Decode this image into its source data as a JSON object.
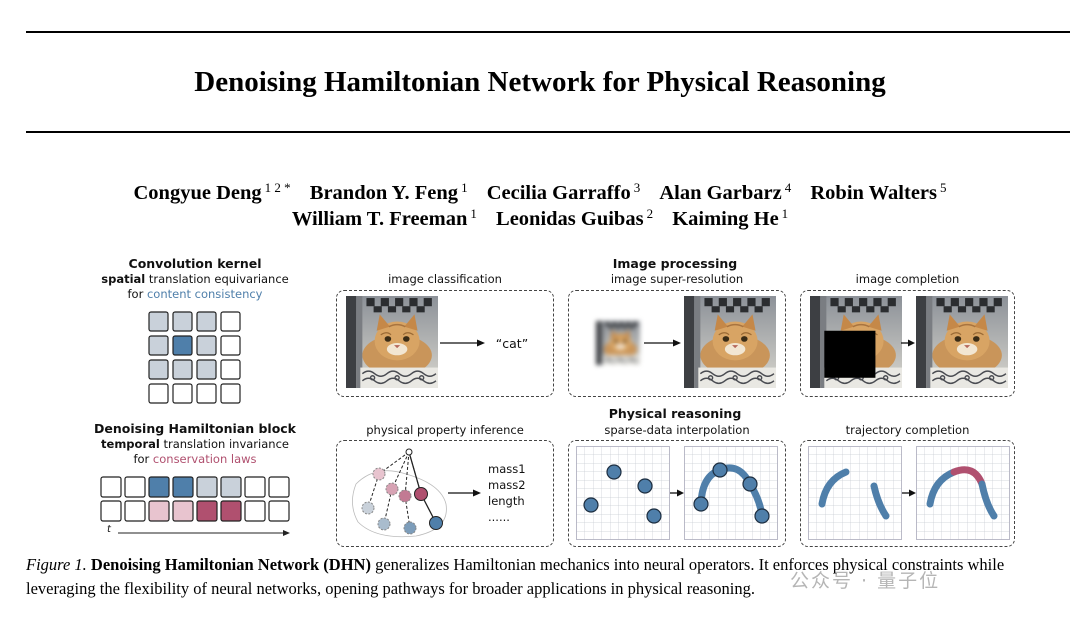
{
  "paper": {
    "title": "Denoising Hamiltonian Network for Physical Reasoning",
    "authors_line1": [
      {
        "name": "Congyue Deng",
        "aff": "1 2 *"
      },
      {
        "name": "Brandon Y. Feng",
        "aff": "1"
      },
      {
        "name": "Cecilia Garraffo",
        "aff": "3"
      },
      {
        "name": "Alan Garbarz",
        "aff": "4"
      },
      {
        "name": "Robin Walters",
        "aff": "5"
      }
    ],
    "authors_line2": [
      {
        "name": "William T. Freeman",
        "aff": "1"
      },
      {
        "name": "Leonidas Guibas",
        "aff": "2"
      },
      {
        "name": "Kaiming He",
        "aff": "1"
      }
    ]
  },
  "figure": {
    "conv": {
      "title": "Convolution kernel",
      "line1_strong": "spatial",
      "line1_rest": " translation equivariance",
      "line2_pre": "for ",
      "line2_accent": "content consistency"
    },
    "dhb": {
      "title": "Denoising Hamiltonian block",
      "line1_strong": "temporal",
      "line1_rest": " translation invariance",
      "line2_pre": "for ",
      "line2_accent": "conservation laws",
      "axis_label": "t"
    },
    "section_image": "Image processing",
    "section_physical": "Physical reasoning",
    "panels": {
      "image_classification": "image classification",
      "super_resolution": "image super-resolution",
      "image_completion": "image completion",
      "property_inference": "physical property inference",
      "interpolation": "sparse-data interpolation",
      "trajectory_completion": "trajectory completion"
    },
    "cat_output": "“cat”",
    "properties": [
      "mass1",
      "mass2",
      "length",
      "......"
    ],
    "colors": {
      "blue": "#4f7faa",
      "pink": "#b0506f",
      "grey": "#c9d1da",
      "light_pink": "#e8c4cf"
    }
  },
  "caption": {
    "label": "Figure 1.",
    "bold": "Denoising Hamiltonian Network (DHN)",
    "text": " generalizes Hamiltonian mechanics into neural operators. It enforces physical constraints while leveraging the flexibility of neural networks, opening pathways for broader applications in physical reasoning."
  },
  "watermark": "公众号 · 量子位"
}
